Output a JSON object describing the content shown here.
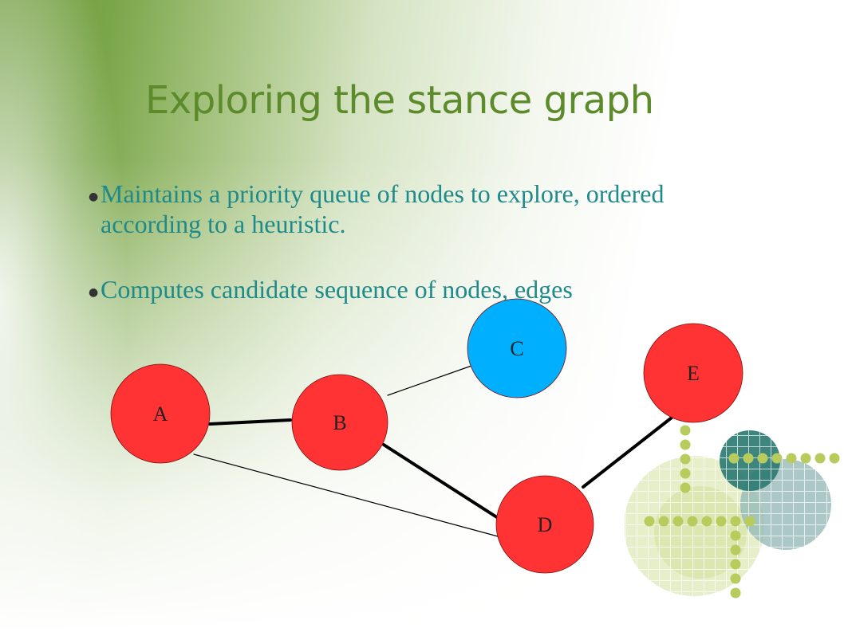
{
  "slide": {
    "title": "Exploring the stance graph",
    "bullets": [
      "Maintains a priority queue of nodes to explore, ordered according to a heuristic.",
      "Computes candidate sequence of nodes, edges"
    ],
    "bullet_glyph": "●"
  },
  "graph": {
    "nodes": [
      {
        "label": "A",
        "color": "#ff3333"
      },
      {
        "label": "B",
        "color": "#ff3333"
      },
      {
        "label": "C",
        "color": "#00b0ff"
      },
      {
        "label": "D",
        "color": "#ff3333"
      },
      {
        "label": "E",
        "color": "#ff3333"
      }
    ],
    "edges": [
      {
        "from": "A",
        "to": "B",
        "weight": "thick"
      },
      {
        "from": "A",
        "to": "D",
        "weight": "thin"
      },
      {
        "from": "B",
        "to": "C",
        "weight": "thin"
      },
      {
        "from": "B",
        "to": "D",
        "weight": "thick"
      },
      {
        "from": "D",
        "to": "E",
        "weight": "thick"
      }
    ]
  },
  "theme": {
    "title_color": "#5d8a2a",
    "bullet_text_color": "#1f8a8a",
    "accent_green": "#6e9b3c",
    "dot_green": "#b8cc5e",
    "teal_dark": "#2e7b73",
    "teal_light": "#8fb6b4"
  }
}
